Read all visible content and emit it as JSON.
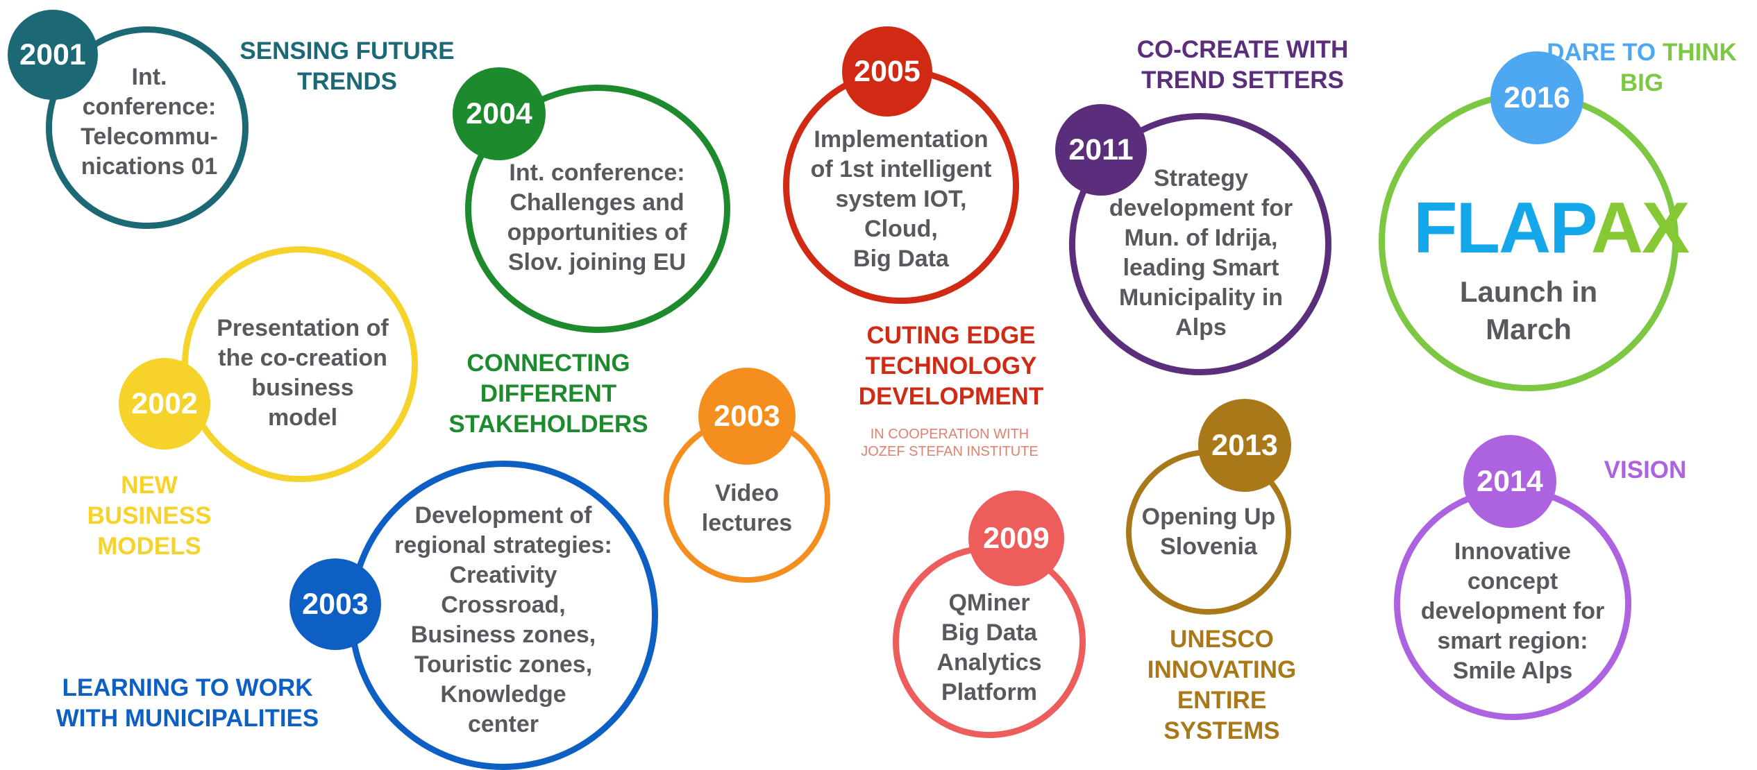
{
  "colors": {
    "teal": "#1c6975",
    "green": "#1d8a2e",
    "yellow": "#f6d32a",
    "blue": "#0d5fc4",
    "orange": "#f48e1f",
    "red": "#d02a14",
    "coral": "#ec5d5b",
    "purple": "#5a2e7b",
    "brown": "#a87819",
    "lightblue": "#4ea8f1",
    "lightgreen": "#7cc843",
    "violet": "#ad62e0",
    "text": "#565a5e",
    "logo_blue": "#14a8ea",
    "logo_green": "#86c934"
  },
  "milestones": [
    {
      "id": "m2001",
      "year": "2001",
      "text": "Int.\nconference:\nTelecommu-\nnications 01",
      "label": "SENSING FUTURE\nTRENDS"
    },
    {
      "id": "m2002",
      "year": "2002",
      "text": "Presentation of\nthe co-creation\nbusiness\nmodel",
      "label": "NEW\nBUSINESS\nMODELS"
    },
    {
      "id": "m2003a",
      "year": "2003",
      "text": "Development of\nregional strategies:\nCreativity\nCrossroad,\nBusiness zones,\nTouristic zones,\nKnowledge\ncenter",
      "label": "LEARNING TO WORK\nWITH MUNICIPALITIES"
    },
    {
      "id": "m2004",
      "year": "2004",
      "text": "Int. conference:\nChallenges and\nopportunities of\nSlov. joining EU",
      "label": "CONNECTING\nDIFFERENT\nSTAKEHOLDERS"
    },
    {
      "id": "m2003b",
      "year": "2003",
      "text": "Video\nlectures",
      "label": ""
    },
    {
      "id": "m2005",
      "year": "2005",
      "text": "Implementation\nof 1st intelligent\nsystem IOT,\nCloud,\nBig Data",
      "label": "CUTING EDGE\nTECHNOLOGY\nDEVELOPMENT",
      "sublabel": "IN COOPERATION WITH\nJOZEF STEFAN INSTITUTE"
    },
    {
      "id": "m2009",
      "year": "2009",
      "text": "QMiner\nBig Data\nAnalytics\nPlatform",
      "label": ""
    },
    {
      "id": "m2011",
      "year": "2011",
      "text": "Strategy\ndevelopment for\nMun. of Idrija,\nleading Smart\nMunicipality in\nAlps",
      "label": "CO-CREATE WITH\nTREND SETTERS"
    },
    {
      "id": "m2013",
      "year": "2013",
      "text": "Opening Up\nSlovenia",
      "label": "UNESCO\nINNOVATING\nENTIRE\nSYSTEMS"
    },
    {
      "id": "m2016",
      "year": "2016",
      "logo_part1": "FLAP",
      "logo_part2": "AX",
      "text": "Launch in\nMarch",
      "label_part1": "DARE TO ",
      "label_part2": "THINK\nBIG"
    },
    {
      "id": "m2014",
      "year": "2014",
      "text": "Innovative\nconcept\ndevelopment for\nsmart region:\nSmile Alps",
      "label": "VISION"
    }
  ]
}
